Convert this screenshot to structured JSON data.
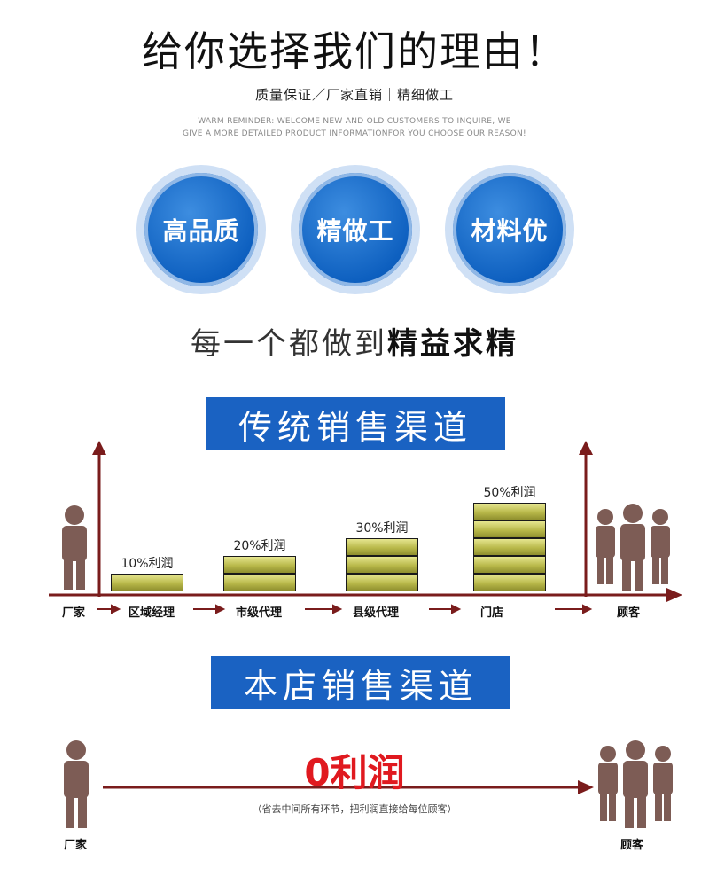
{
  "header": {
    "title": "给你选择我们的理由！",
    "subtitle": "质量保证／厂家直销｜精细做工",
    "reminder_line1": "WARM REMINDER: WELCOME NEW AND OLD CUSTOMERS TO INQUIRE, WE",
    "reminder_line2": "GIVE A MORE DETAILED PRODUCT INFORMATIONFOR YOU CHOOSE OUR REASON!"
  },
  "features": [
    "高品质",
    "精做工",
    "材料优"
  ],
  "tagline": {
    "plain": "每一个都做到",
    "bold": "精益求精"
  },
  "traditional": {
    "banner": "传统销售渠道",
    "stages": [
      "厂家",
      "区域经理",
      "市级代理",
      "县级代理",
      "门店",
      "顾客"
    ],
    "profits": [
      {
        "label": "10%利润",
        "value": 10
      },
      {
        "label": "20%利润",
        "value": 20
      },
      {
        "label": "30%利润",
        "value": 30
      },
      {
        "label": "50%利润",
        "value": 50
      }
    ],
    "colors": {
      "arrow": "#7a1c1c",
      "figure": "#7d5c55",
      "slab": "#c8c85a"
    }
  },
  "store": {
    "banner": "本店销售渠道",
    "zero_profit": "0利润",
    "note": "（省去中间所有环节，把利润直接给每位顾客）",
    "from": "厂家",
    "to": "顾客"
  }
}
